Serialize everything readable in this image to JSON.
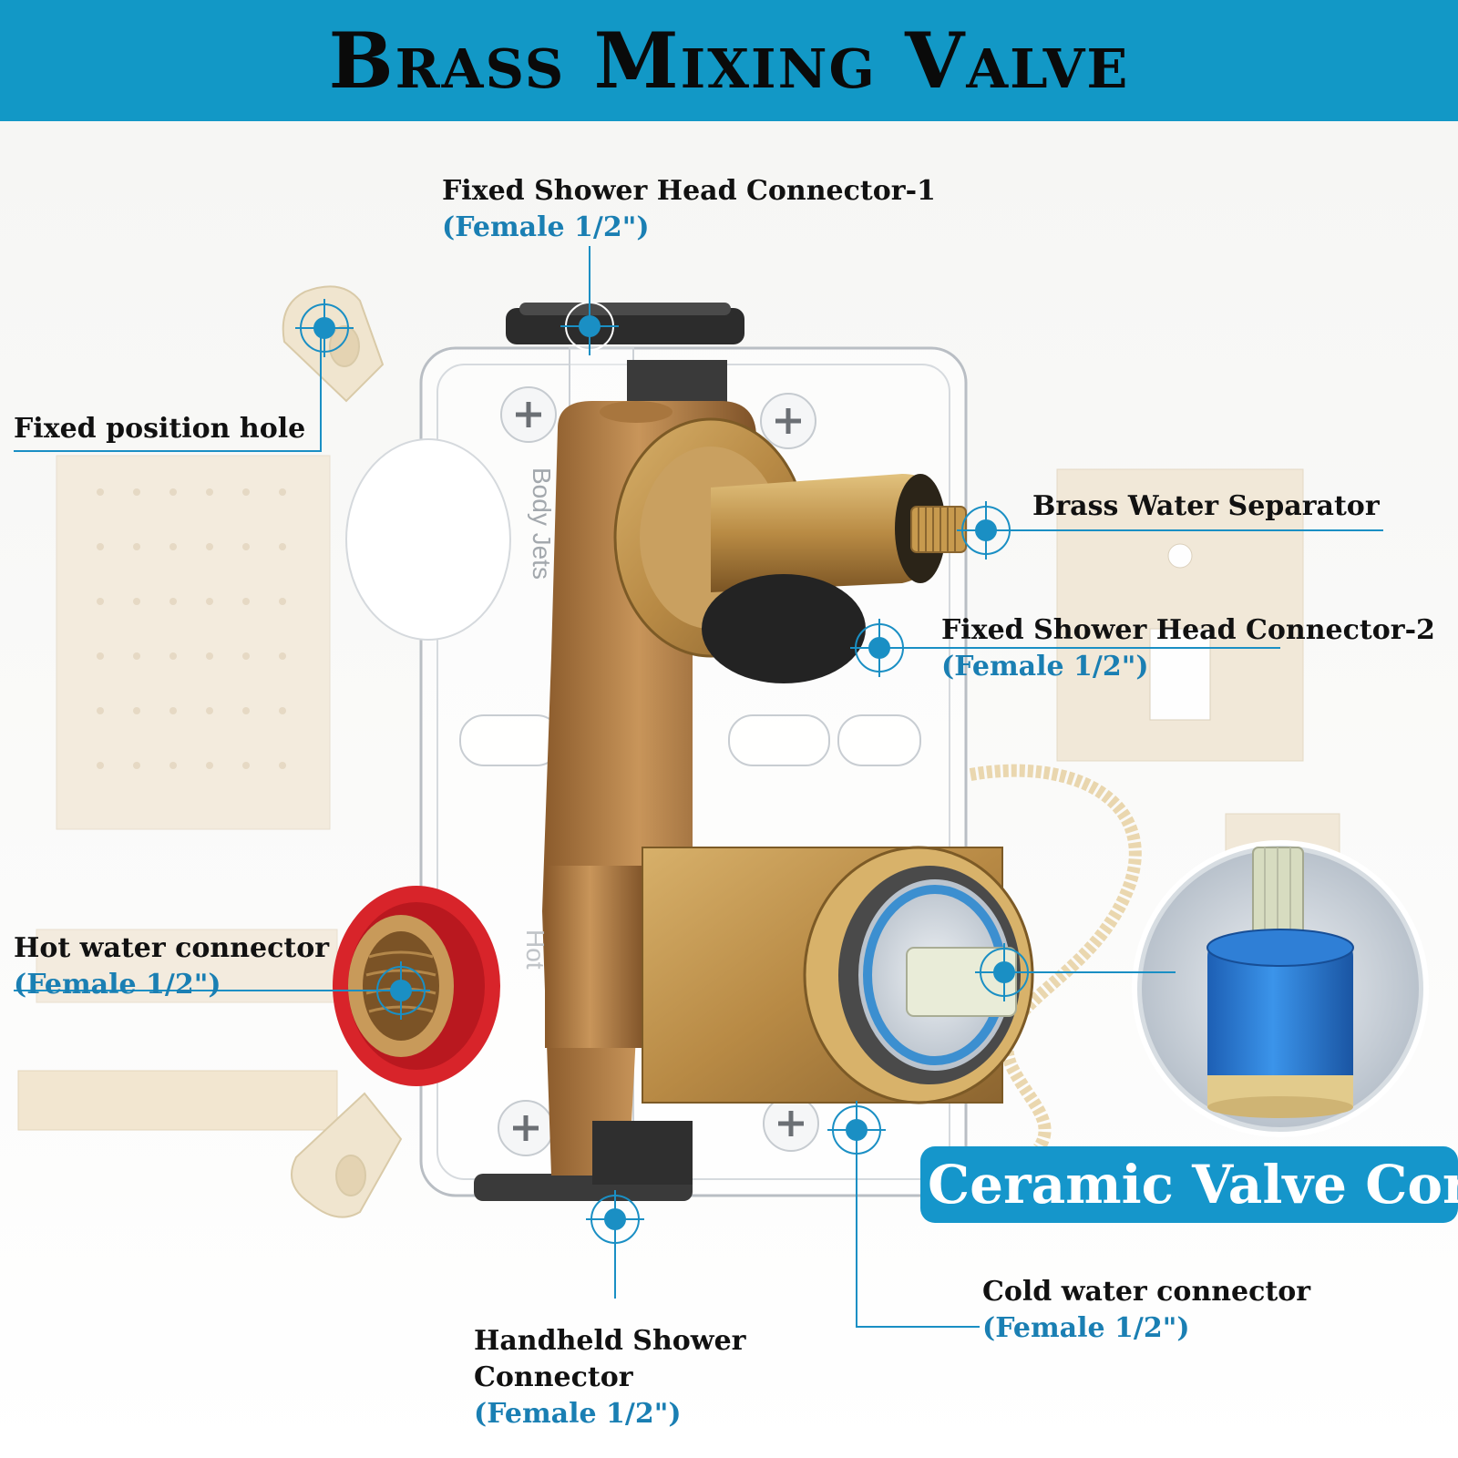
{
  "title": "Brass Mixing Valve",
  "labels": {
    "connector1": {
      "name": "Fixed Shower Head Connector-1",
      "spec": "(Female 1/2\")"
    },
    "position_hole": {
      "name": "Fixed position hole"
    },
    "separator": {
      "name": "Brass Water Separator"
    },
    "connector2": {
      "name": "Fixed Shower Head Connector-2",
      "spec": "(Female 1/2\")"
    },
    "hot": {
      "name": "Hot water connector",
      "spec": "(Female 1/2\")"
    },
    "cold": {
      "name": "Cold water connector",
      "spec": "(Female 1/2\")"
    },
    "handheld": {
      "name_line1": "Handheld Shower",
      "name_line2": "Connector",
      "spec": "(Female 1/2\")"
    }
  },
  "box_markings": {
    "body_jets": "Body Jets",
    "hot": "Hot"
  },
  "core_badge": "Ceramic Valve Core",
  "colors": {
    "banner": "#1298c6",
    "accent_blue": "#1a7fb3",
    "marker": "#1a8fc4",
    "brass": "#b07a3c",
    "gold_finish": "#c79a4e",
    "hot_ring": "#d8242a",
    "cartridge": "#2a7fd0"
  }
}
